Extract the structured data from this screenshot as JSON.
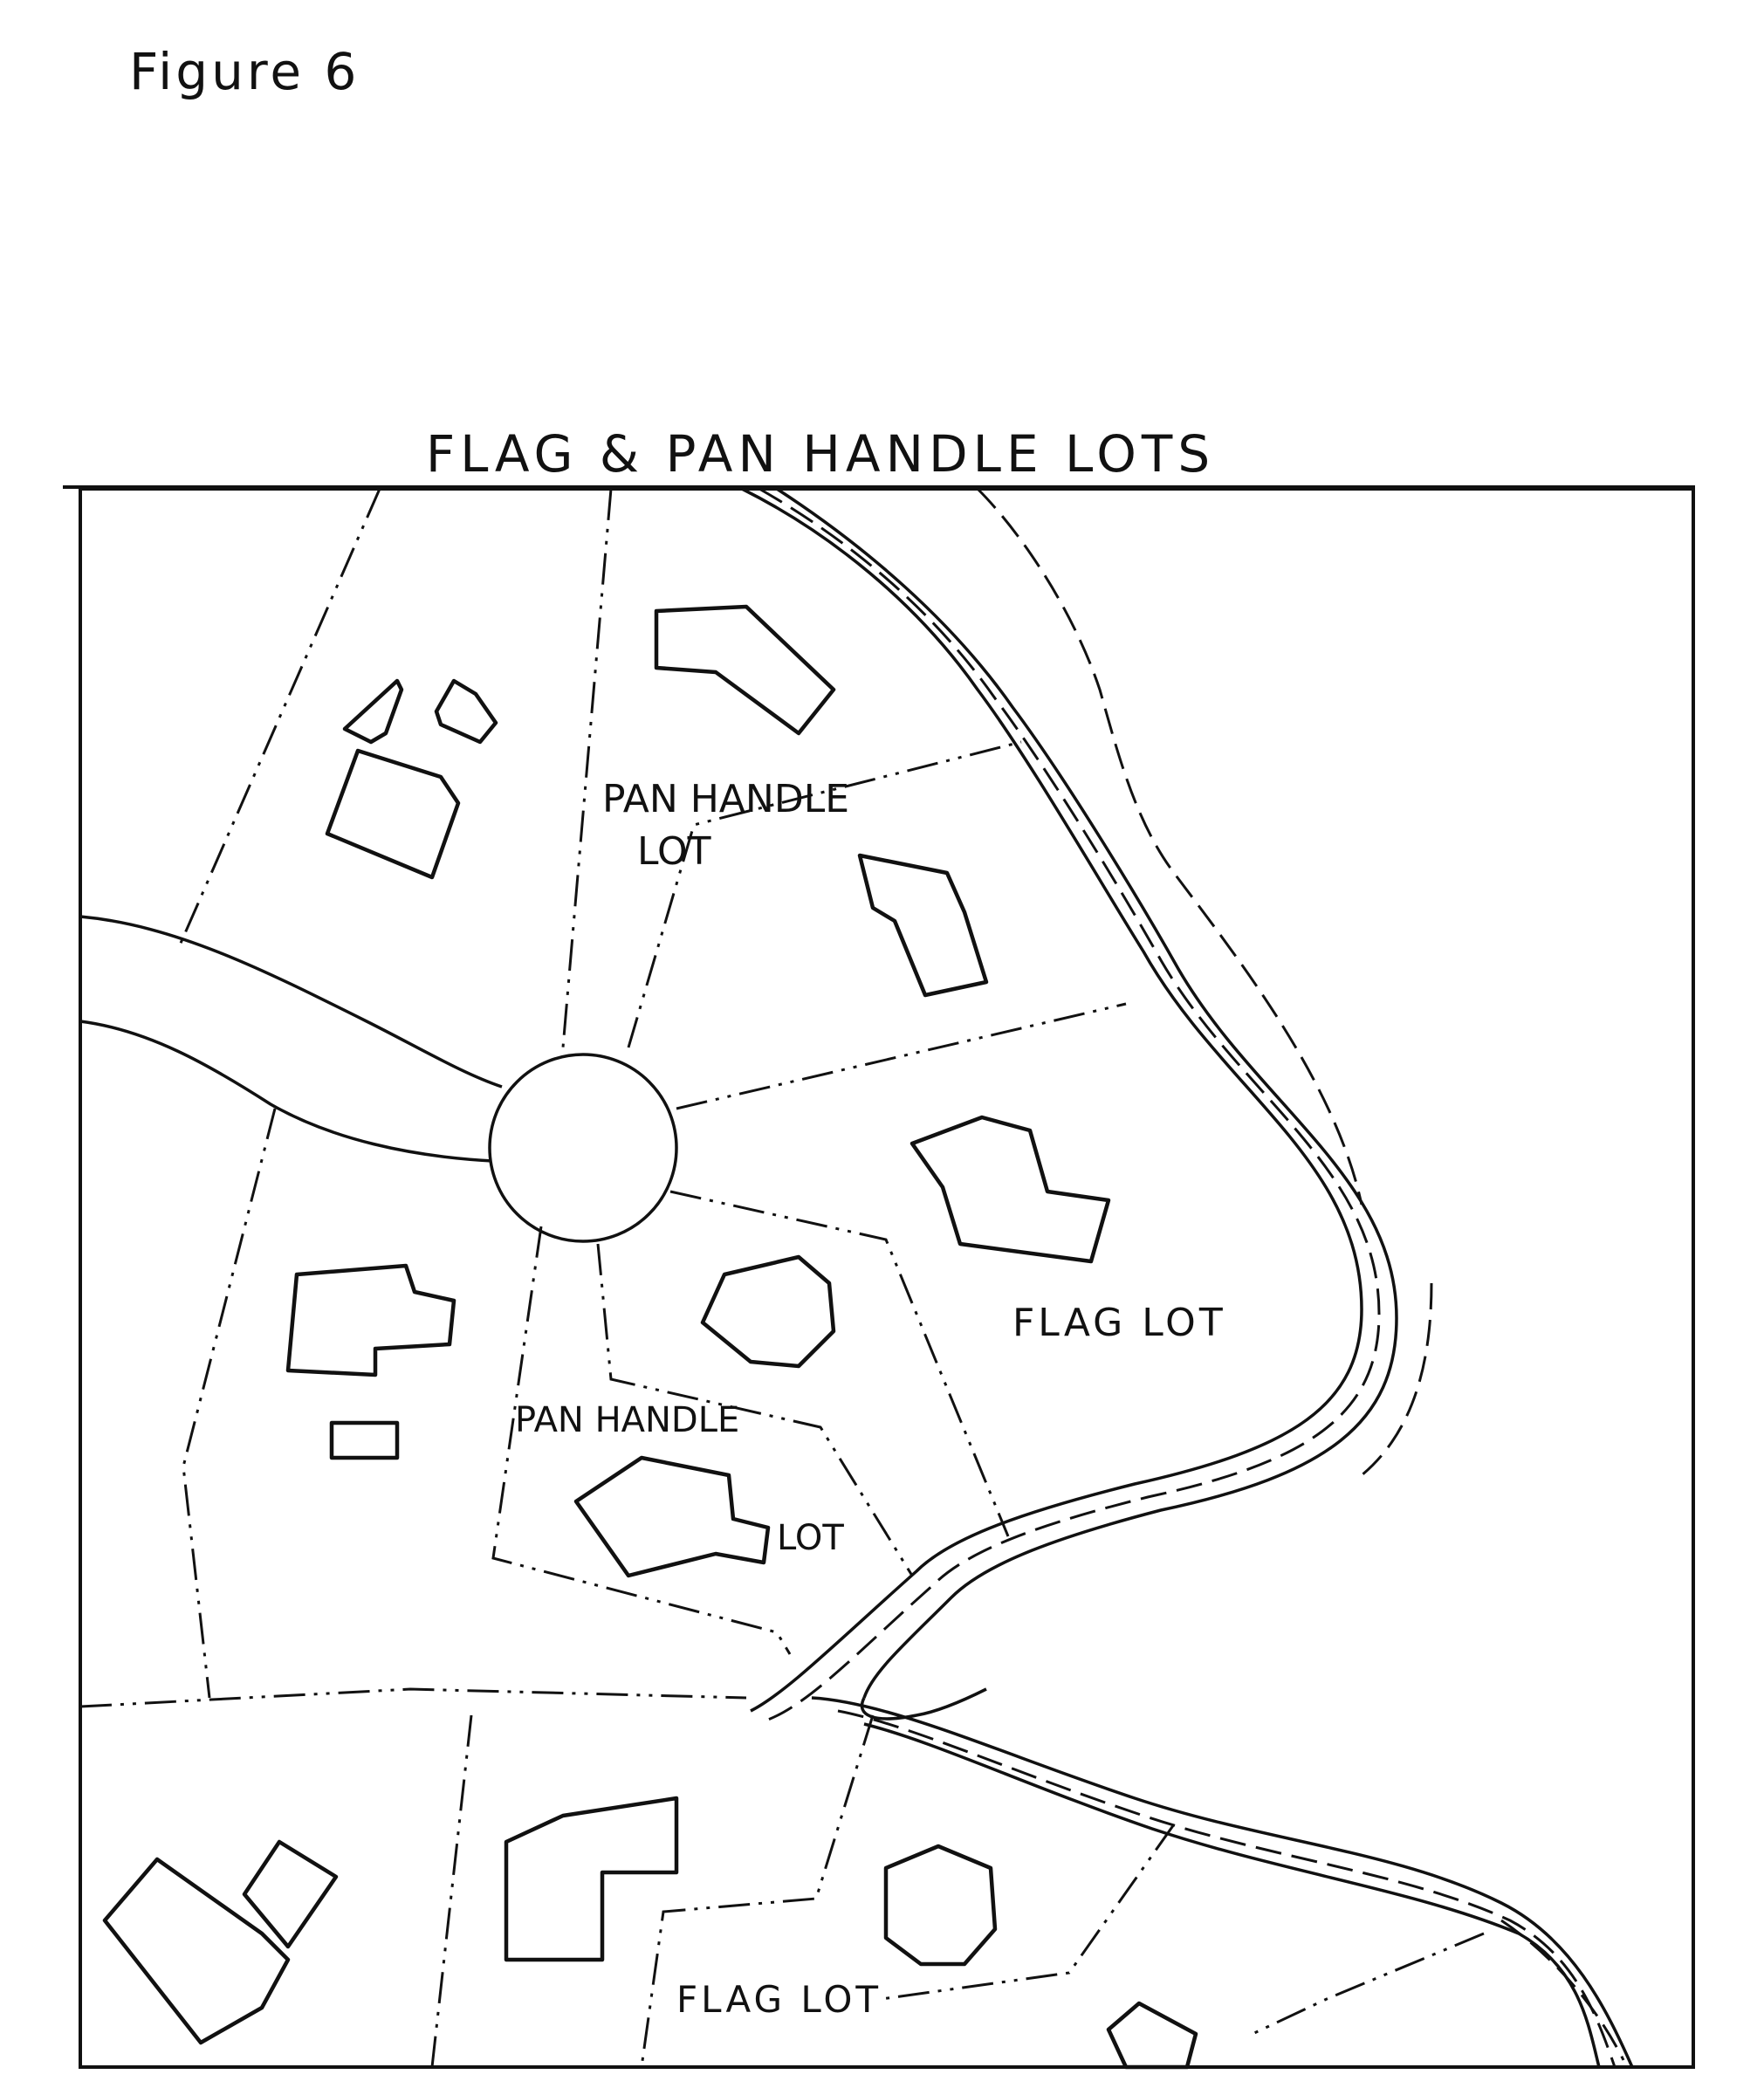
{
  "figure_label": "Figure 6",
  "title": "FLAG & PAN HANDLE LOTS",
  "labels": {
    "pan_handle_top_1": "PAN HANDLE",
    "pan_handle_top_2": "LOT",
    "flag_lot_right": "FLAG LOT",
    "pan_handle_mid_1": "PAN HANDLE",
    "pan_handle_mid_2": "LOT",
    "flag_lot_bottom": "FLAG LOT"
  }
}
